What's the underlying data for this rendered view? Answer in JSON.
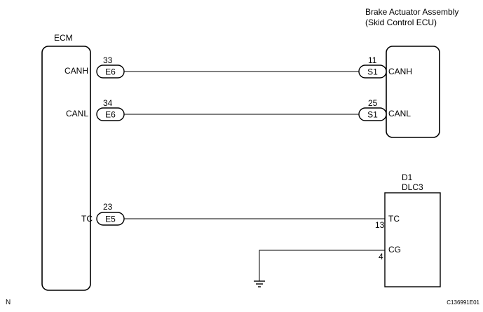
{
  "ecm": {
    "label": "ECM",
    "pins": {
      "canh": "CANH",
      "canl": "CANL",
      "tc": "TC"
    }
  },
  "brake": {
    "title_line1": "Brake Actuator Assembly",
    "title_line2": "(Skid Control ECU)",
    "pins": {
      "canh": "CANH",
      "canl": "CANL"
    }
  },
  "dlc": {
    "id": "D1",
    "name": "DLC3",
    "pins": {
      "tc": "TC",
      "cg": "CG"
    }
  },
  "wires": {
    "canh": {
      "left_num": "33",
      "left_conn": "E6",
      "right_num": "11",
      "right_conn": "S1"
    },
    "canl": {
      "left_num": "34",
      "left_conn": "E6",
      "right_num": "25",
      "right_conn": "S1"
    },
    "tc": {
      "left_num": "23",
      "left_conn": "E5",
      "right_num": "13"
    },
    "cg": {
      "right_num": "4"
    }
  },
  "footer": {
    "left": "N",
    "right": "C136991E01"
  }
}
